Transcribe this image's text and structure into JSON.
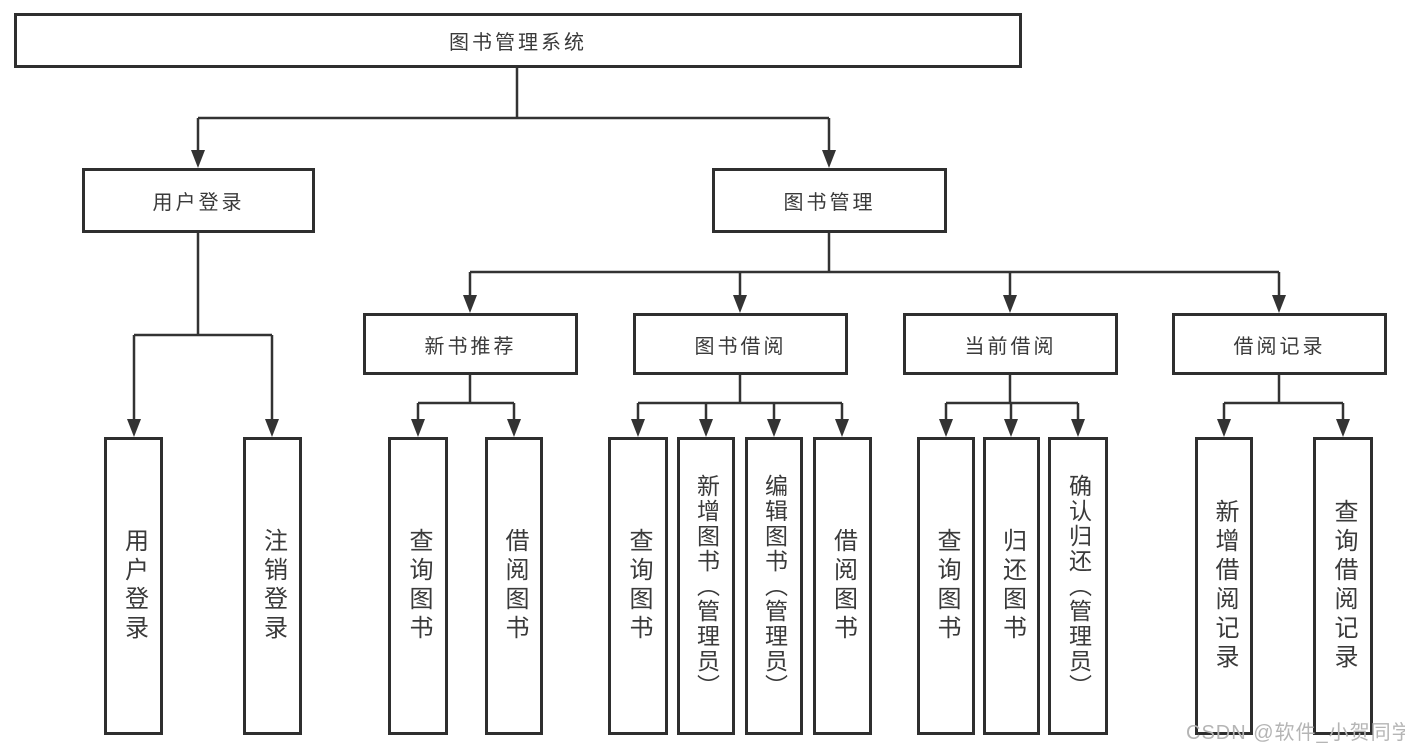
{
  "diagram": {
    "root": {
      "label": "图书管理系统"
    },
    "level2": {
      "user_login": {
        "label": "用户登录",
        "leaves": [
          "用户登录",
          "注销登录"
        ]
      },
      "book_management": {
        "label": "图书管理"
      }
    },
    "level3": {
      "new_book_recommend": {
        "label": "新书推荐",
        "leaves": [
          "查询图书",
          "借阅图书"
        ]
      },
      "book_borrowing": {
        "label": "图书借阅",
        "leaves": [
          "查询图书",
          "新增图书（管理员）",
          "编辑图书（管理员）",
          "借阅图书"
        ]
      },
      "current_borrowing": {
        "label": "当前借阅",
        "leaves": [
          "查询图书",
          "归还图书",
          "确认归还（管理员）"
        ]
      },
      "borrowing_records": {
        "label": "借阅记录",
        "leaves": [
          "新增借阅记录",
          "查询借阅记录"
        ]
      }
    }
  },
  "watermark": {
    "text": "CSDN @软件_小贺同学"
  },
  "colors": {
    "line": "#333333",
    "box_border": "#2f2f2f",
    "box_fill": "#ffffff",
    "text": "#3a3a3a",
    "watermark": "#b5b5b5",
    "background": "#ffffff"
  }
}
